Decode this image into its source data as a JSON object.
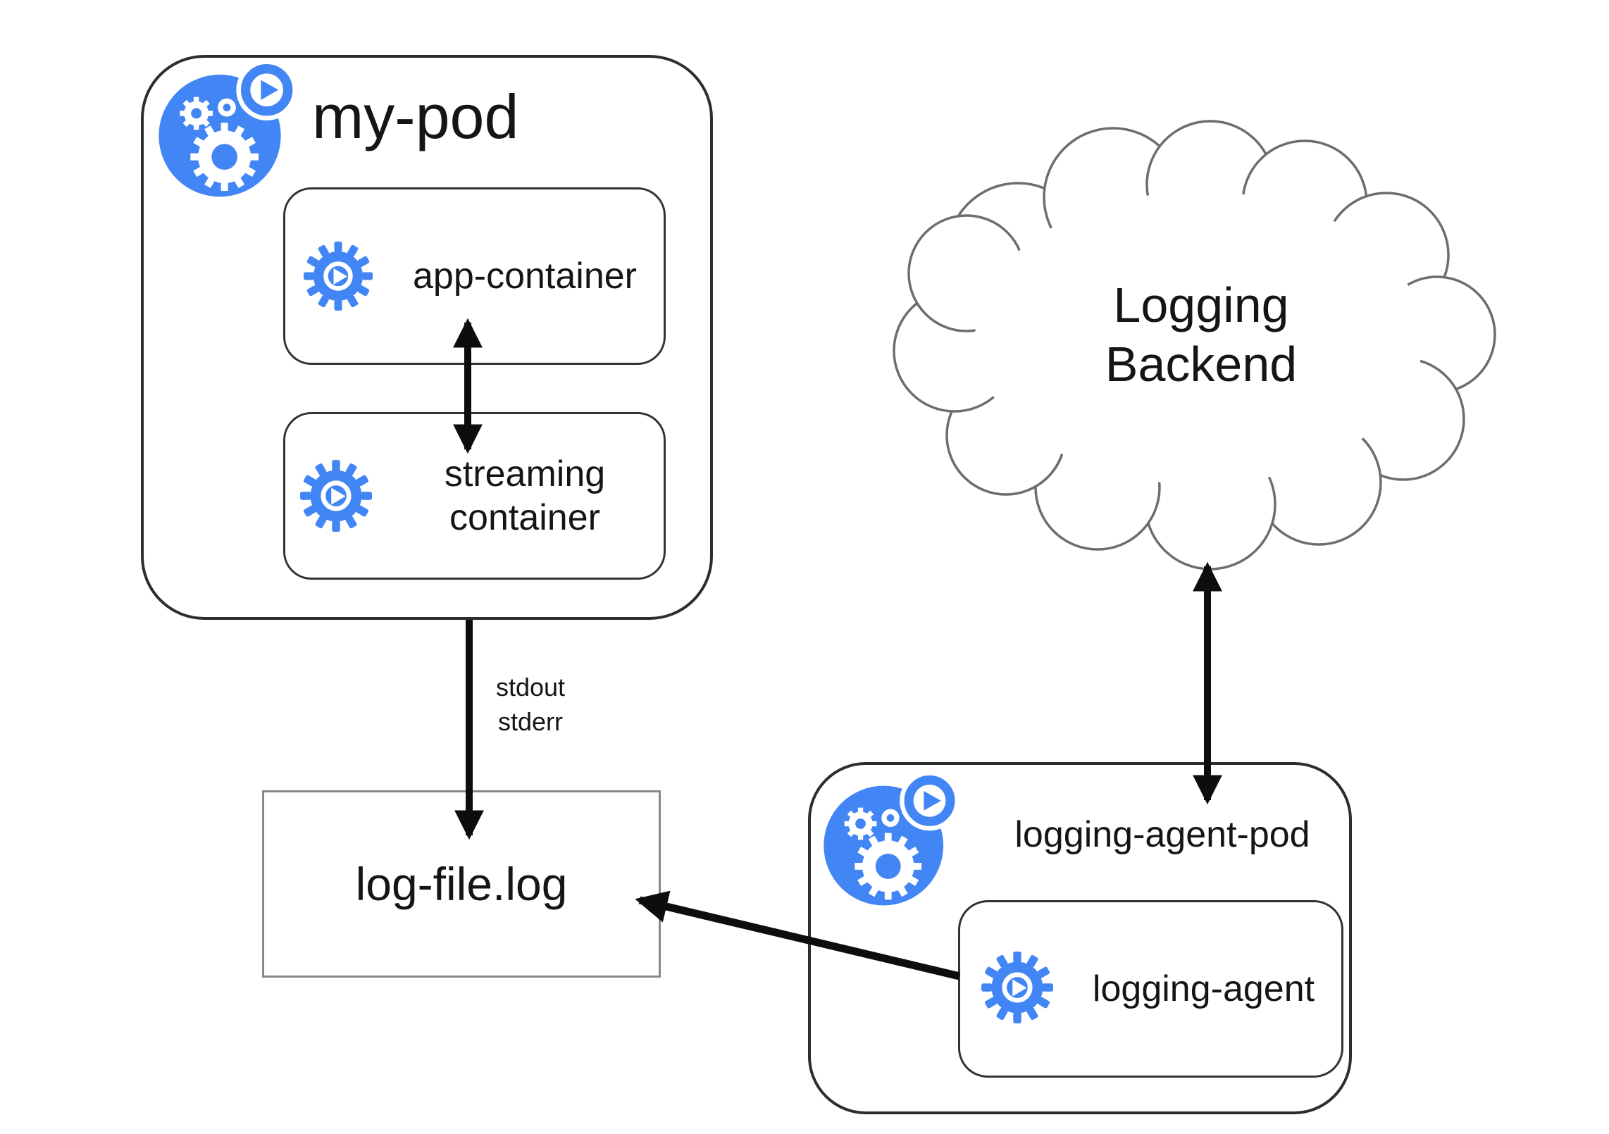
{
  "diagram_title": "Kubernetes streaming sidecar logging architecture",
  "nodes": {
    "my_pod": {
      "label": "my-pod",
      "type": "pod"
    },
    "app_container": {
      "label": "app-container",
      "type": "container"
    },
    "streaming_container": {
      "line1": "streaming",
      "line2": "container",
      "type": "container"
    },
    "log_file": {
      "label": "log-file.log",
      "type": "file"
    },
    "logging_backend": {
      "line1": "Logging",
      "line2": "Backend",
      "type": "cloud"
    },
    "logging_agent_pod": {
      "label": "logging-agent-pod",
      "type": "pod"
    },
    "logging_agent": {
      "label": "logging-agent",
      "type": "container"
    }
  },
  "edges": {
    "app_streaming": {
      "from": "app-container",
      "to": "streaming container",
      "style": "double-arrow"
    },
    "pod_to_logfile": {
      "from": "my-pod",
      "to": "log-file.log",
      "style": "arrow",
      "label_line1": "stdout",
      "label_line2": "stderr"
    },
    "backend_agentpod": {
      "from": "Logging Backend",
      "to": "logging-agent-pod",
      "style": "double-arrow"
    },
    "agent_to_logfile": {
      "from": "logging-agent",
      "to": "log-file.log",
      "style": "arrow"
    }
  },
  "icons": {
    "pod": "kubernetes-pod-icon",
    "container": "container-gear-play-icon"
  },
  "colors": {
    "kubernetes_blue": "#4285F4",
    "pod_border": "#2d2d2d",
    "container_border": "#333333",
    "file_border": "#888888",
    "cloud_stroke": "#6d6d6d",
    "arrow": "#0d0d0d",
    "text": "#151515",
    "background": "#ffffff"
  }
}
